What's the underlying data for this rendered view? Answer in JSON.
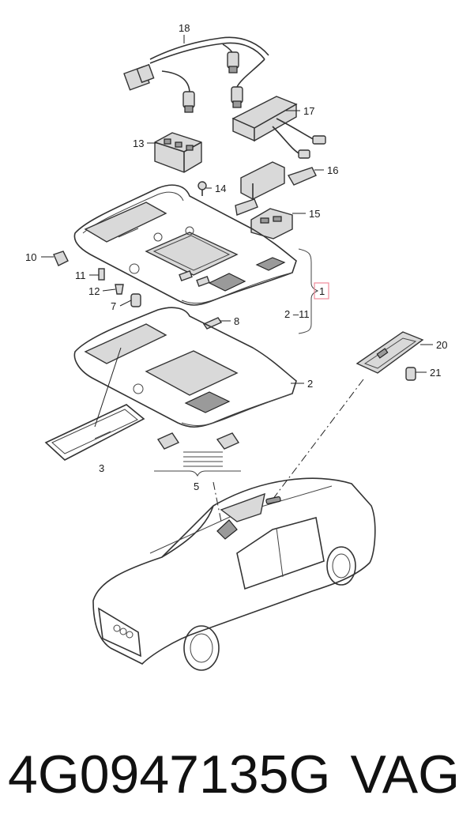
{
  "callouts": {
    "c1": "1",
    "c2": "2",
    "c3": "3",
    "c5": "5",
    "c7": "7",
    "c8": "8",
    "c10": "10",
    "c11": "11",
    "c12": "12",
    "c13": "13",
    "c14": "14",
    "c15": "15",
    "c16": "16",
    "c17": "17",
    "c18": "18",
    "c20": "20",
    "c21": "21",
    "range": "2 –11"
  },
  "caption": {
    "part_number": "4G0947135G",
    "brand": "VAG"
  },
  "colors": {
    "highlight_box": "#f08a9a",
    "line": "#333333"
  }
}
